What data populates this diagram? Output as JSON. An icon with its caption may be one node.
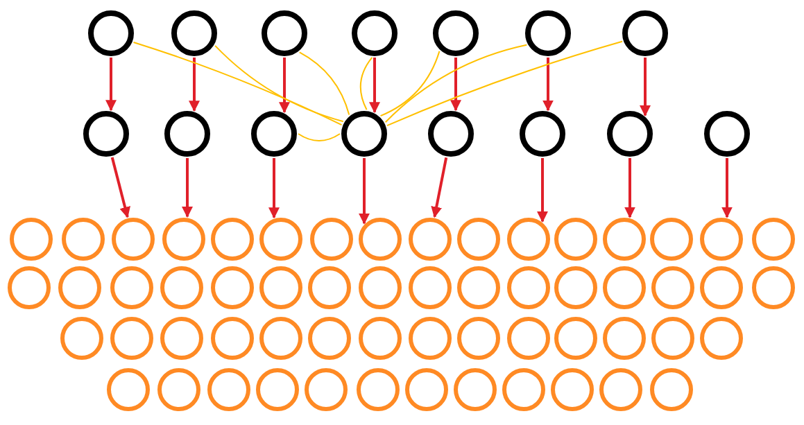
{
  "diagram": {
    "nodes": [
      {
        "text": [],
        "shape": "circle"
      },
      {
        "text": [],
        "shape": "circle"
      },
      {
        "text": [],
        "shape": "circle"
      },
      {
        "text": [],
        "shape": "circle"
      },
      {
        "text": [],
        "shape": "circle"
      },
      {
        "text": [],
        "shape": "circle"
      },
      {
        "text": [],
        "shape": "circle"
      },
      {
        "text": [],
        "shape": "circle"
      },
      {
        "text": [],
        "shape": "circle"
      },
      {
        "text": [],
        "shape": "circle"
      },
      {
        "text": [],
        "shape": "circle"
      },
      {
        "text": [],
        "shape": "circle"
      },
      {
        "text": [],
        "shape": "circle"
      },
      {
        "text": [],
        "shape": "circle"
      },
      {
        "text": [],
        "shape": "circle"
      },
      {
        "text": [],
        "shape": "circle"
      },
      {
        "text": [],
        "shape": "circle"
      },
      {
        "text": [],
        "shape": "circle"
      },
      {
        "text": [],
        "shape": "circle"
      },
      {
        "text": [],
        "shape": "circle"
      },
      {
        "text": [],
        "shape": "circle"
      },
      {
        "text": [],
        "shape": "circle"
      },
      {
        "text": [],
        "shape": "circle"
      },
      {
        "text": [],
        "shape": "circle"
      },
      {
        "text": [],
        "shape": "circle"
      },
      {
        "text": [],
        "shape": "circle"
      },
      {
        "text": [],
        "shape": "circle"
      },
      {
        "text": [],
        "shape": "circle"
      },
      {
        "text": [],
        "shape": "circle"
      },
      {
        "text": [],
        "shape": "circle"
      },
      {
        "text": [],
        "shape": "circle"
      },
      {
        "text": [],
        "shape": "circle"
      },
      {
        "text": [],
        "shape": "circle"
      },
      {
        "text": [],
        "shape": "circle"
      },
      {
        "text": [],
        "shape": "circle"
      },
      {
        "text": [],
        "shape": "circle"
      },
      {
        "text": [],
        "shape": "circle"
      },
      {
        "text": [],
        "shape": "circle"
      },
      {
        "text": [],
        "shape": "circle"
      },
      {
        "text": [],
        "shape": "circle"
      },
      {
        "text": [],
        "shape": "circle"
      },
      {
        "text": [],
        "shape": "circle"
      },
      {
        "text": [],
        "shape": "circle"
      },
      {
        "text": [],
        "shape": "circle"
      },
      {
        "text": [],
        "shape": "circle"
      },
      {
        "text": [],
        "shape": "circle"
      },
      {
        "text": [],
        "shape": "circle"
      },
      {
        "text": [],
        "shape": "circle"
      },
      {
        "text": [],
        "shape": "circle"
      },
      {
        "text": [],
        "shape": "circle"
      },
      {
        "text": [],
        "shape": "circle"
      },
      {
        "text": [],
        "shape": "circle"
      },
      {
        "text": [],
        "shape": "circle"
      },
      {
        "text": [],
        "shape": "circle"
      },
      {
        "text": [],
        "shape": "circle"
      },
      {
        "text": [],
        "shape": "circle"
      },
      {
        "text": [],
        "shape": "circle"
      },
      {
        "text": [],
        "shape": "circle"
      },
      {
        "text": [],
        "shape": "circle"
      },
      {
        "text": [],
        "shape": "circle"
      },
      {
        "text": [],
        "shape": "circle"
      },
      {
        "text": [],
        "shape": "circle"
      },
      {
        "text": [],
        "shape": "circle"
      },
      {
        "text": [],
        "shape": "circle"
      },
      {
        "text": [],
        "shape": "circle"
      },
      {
        "text": [],
        "shape": "circle"
      },
      {
        "text": [],
        "shape": "circle"
      },
      {
        "text": [],
        "shape": "circle"
      },
      {
        "text": [],
        "shape": "circle"
      },
      {
        "text": [],
        "shape": "circle"
      },
      {
        "text": [],
        "shape": "circle"
      },
      {
        "text": [],
        "shape": "circle"
      },
      {
        "text": [],
        "shape": "circle"
      }
    ],
    "edges": [
      {
        "from": 0,
        "to": 7,
        "arrow": "to"
      },
      {
        "from": 1,
        "to": 8,
        "arrow": "to"
      },
      {
        "from": 2,
        "to": 9,
        "arrow": "to"
      },
      {
        "from": 3,
        "to": 10,
        "arrow": "to"
      },
      {
        "from": 4,
        "to": 11,
        "arrow": "to"
      },
      {
        "from": 5,
        "to": 12,
        "arrow": "to"
      },
      {
        "from": 6,
        "to": 13,
        "arrow": "to"
      },
      {
        "from": 7,
        "to": 17,
        "arrow": "to"
      },
      {
        "from": 8,
        "to": 18,
        "arrow": "to"
      },
      {
        "from": 9,
        "to": 20,
        "arrow": "to"
      },
      {
        "from": 10,
        "to": 22,
        "arrow": "to"
      },
      {
        "from": 11,
        "to": 23,
        "arrow": "to"
      },
      {
        "from": 12,
        "to": 25,
        "arrow": "to"
      },
      {
        "from": 13,
        "to": 27,
        "arrow": "to"
      },
      {
        "from": 14,
        "to": 29,
        "arrow": "to"
      },
      {
        "from": 0,
        "to": 10,
        "arrow": "none",
        "color": "#ffc000"
      },
      {
        "from": 1,
        "to": 10,
        "arrow": "none",
        "color": "#ffc000"
      },
      {
        "from": 2,
        "to": 10,
        "arrow": "none",
        "color": "#ffc000"
      },
      {
        "from": 3,
        "to": 10,
        "arrow": "none",
        "color": "#ffc000"
      },
      {
        "from": 4,
        "to": 10,
        "arrow": "none",
        "color": "#ffc000"
      },
      {
        "from": 5,
        "to": 10,
        "arrow": "none",
        "color": "#ffc000"
      },
      {
        "from": 6,
        "to": 10,
        "arrow": "none",
        "color": "#ffc000"
      },
      {
        "from": 9,
        "to": 10,
        "arrow": "none",
        "color": "#ffc000"
      }
    ]
  }
}
